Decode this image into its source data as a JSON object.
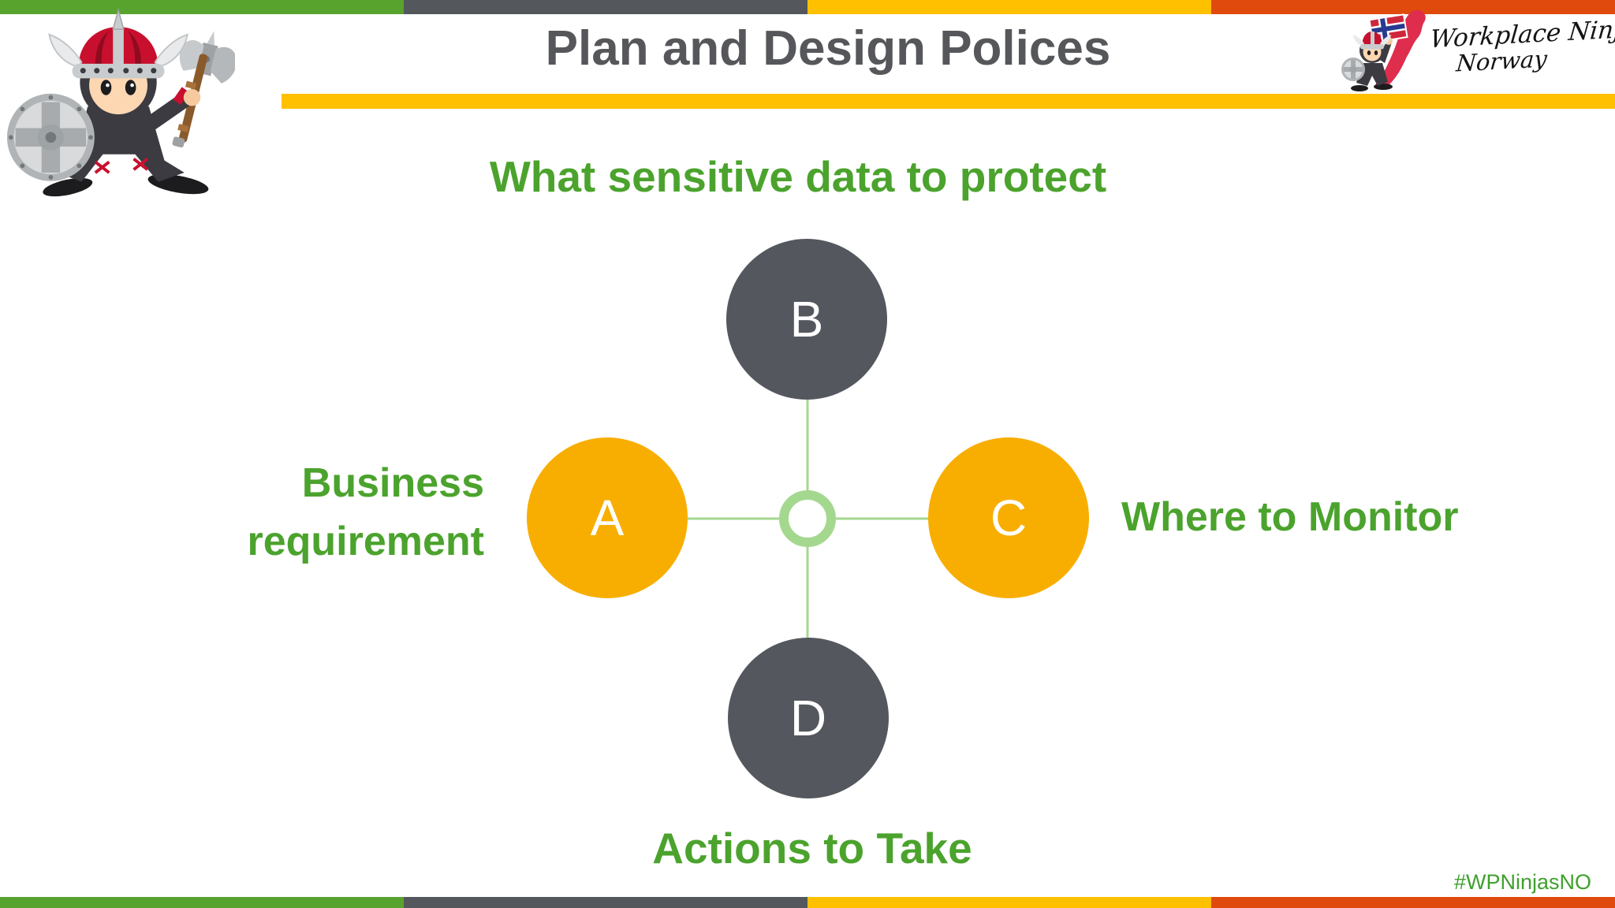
{
  "header": {
    "title": "Plan and Design Polices"
  },
  "logo": {
    "name_line1": "Workplace Ninjas",
    "name_line2": "Norway"
  },
  "footer": {
    "hashtag": "#WPNinjasNO"
  },
  "diagram": {
    "type": "radial-cycle",
    "labels": {
      "top": "What sensitive data to protect",
      "left_line1": "Business",
      "left_line2": "requirement",
      "right": "Where to Monitor",
      "bottom": "Actions to Take"
    },
    "nodes": [
      {
        "id": "B",
        "position": "top",
        "letter": "B",
        "color": "#54585e"
      },
      {
        "id": "A",
        "position": "left",
        "letter": "A",
        "color": "#f8ae00"
      },
      {
        "id": "C",
        "position": "right",
        "letter": "C",
        "color": "#f8ae00"
      },
      {
        "id": "D",
        "position": "bottom",
        "letter": "D",
        "color": "#54585e"
      }
    ]
  },
  "colors": {
    "bar_green": "#58a32e",
    "bar_gray": "#54585c",
    "bar_yellow": "#ffc000",
    "bar_red": "#e04a0d",
    "underline_yellow": "#ffc000",
    "label_green": "#4ba32d",
    "title_gray": "#56575b",
    "node_dark": "#54585e",
    "node_amber": "#f8ae00",
    "connector_green": "#a5d88f"
  }
}
